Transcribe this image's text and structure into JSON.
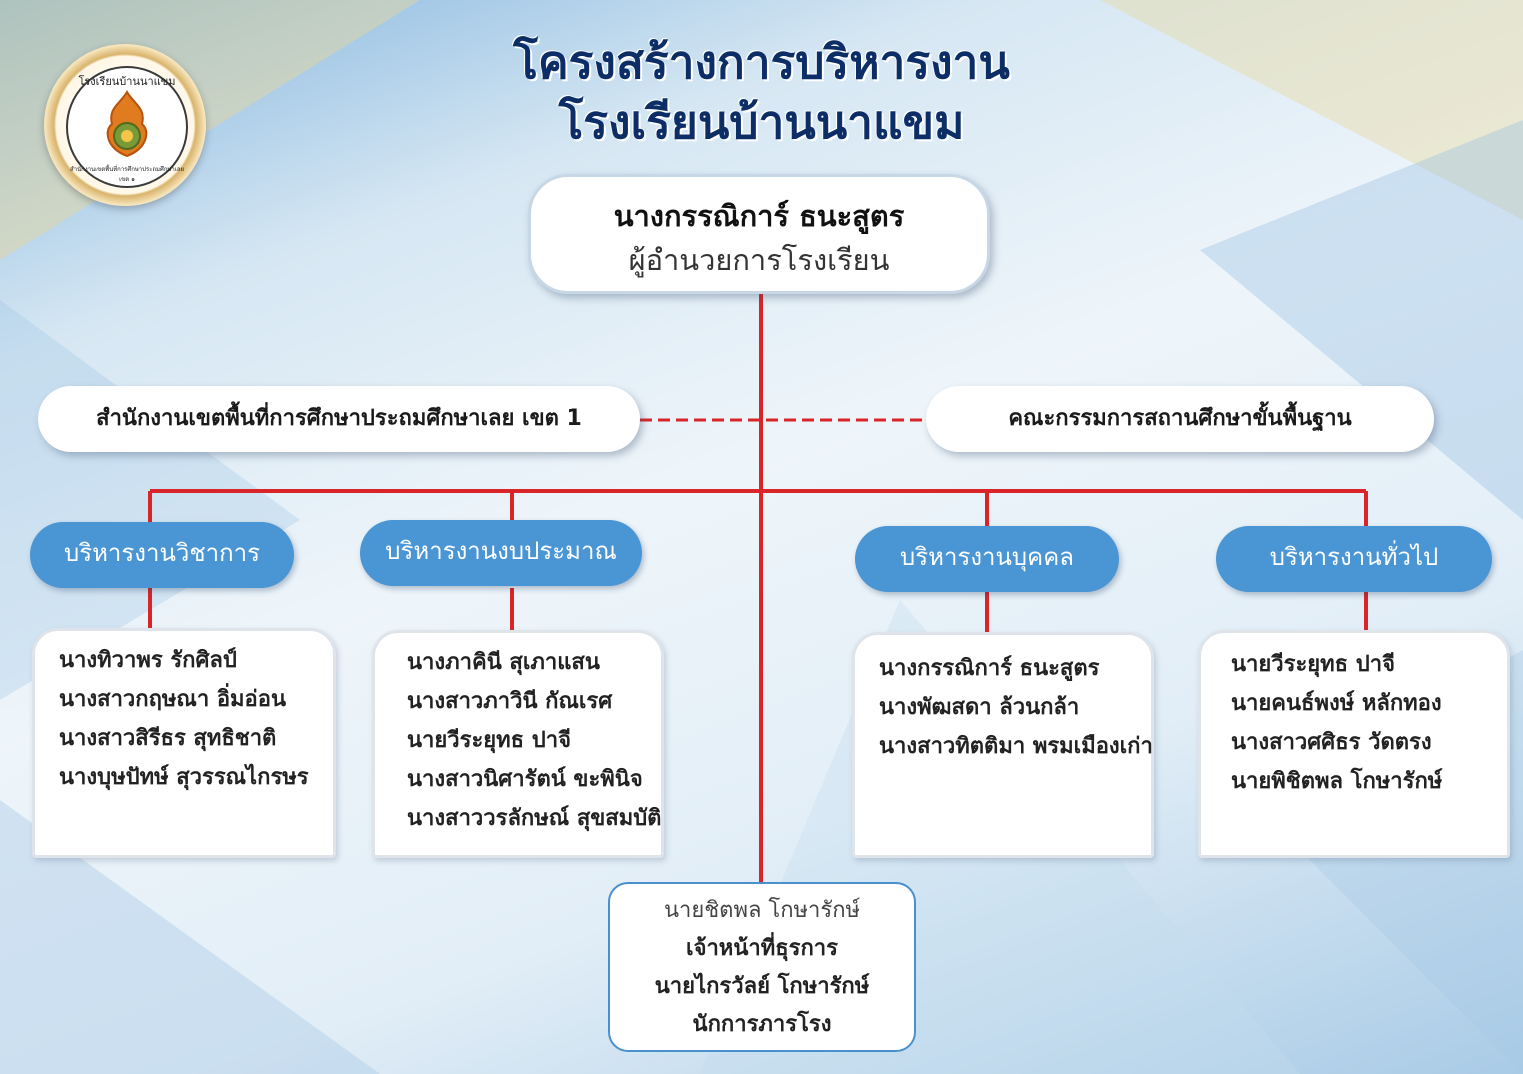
{
  "title": {
    "line1": "โครงสร้างการบริหารงาน",
    "line2": "โรงเรียนบ้านนาแขม"
  },
  "logo": {
    "top_text": "โรงเรียนบ้านนาแขม",
    "bottom_text": "สำนักงานเขตพื้นที่การศึกษาประถมศึกษาเลย เขต ๑"
  },
  "director": {
    "name": "นางกรรณิการ์  ธนะสูตร",
    "role": "ผู้อำนวยการโรงเรียน"
  },
  "left_org": "สำนักงานเขตพื้นที่การศึกษาประถมศึกษาเลย เขต 1",
  "right_org": "คณะกรรมการสถานศึกษาขั้นพื้นฐาน",
  "departments": [
    {
      "name": "บริหารงานวิชาการ",
      "members": [
        "นางทิวาพร   รักศิลป์",
        "นางสาวกฤษณา  อิ่มอ่อน",
        "นางสาวสิรีธร  สุทธิชาติ",
        "นางบุษปัทษ์  สุวรรณไกรษร"
      ]
    },
    {
      "name": "บริหารงานงบประมาณ",
      "members": [
        "นางภาคินี  สุเภาแสน",
        "นางสาวภาวินี  กัณเรศ",
        "นายวีระยุทธ   ปาจี",
        "นางสาวนิศารัตน์  ขะพินิจ",
        "นางสาววรลักษณ์ สุขสมบัติ"
      ]
    },
    {
      "name": "บริหารงานบุคคล",
      "members": [
        "นางกรรณิการ์  ธนะสูตร",
        "นางพัฒสดา  ล้วนกล้า",
        "นางสาวทิตติมา  พรมเมืองเก่า"
      ]
    },
    {
      "name": "บริหารงานทั่วไป",
      "members": [
        "นายวีระยุทธ  ปาจี",
        "นายคนธ์พงษ์ หลักทอง",
        "นางสาวศศิธร  วัดตรง",
        "นายพิชิตพล  โกษารักษ์"
      ]
    }
  ],
  "staff": {
    "name1": "นายชิตพล โกษารักษ์",
    "role1": "เจ้าหน้าที่ธุรการ",
    "name2": "นายไกรวัลย์  โกษารักษ์",
    "role2": "นักการภารโรง"
  },
  "colors": {
    "connector": "#d9252a",
    "department_fill": "#4a95d3",
    "title": "#0c2d66",
    "staff_border": "#4a90cc"
  }
}
